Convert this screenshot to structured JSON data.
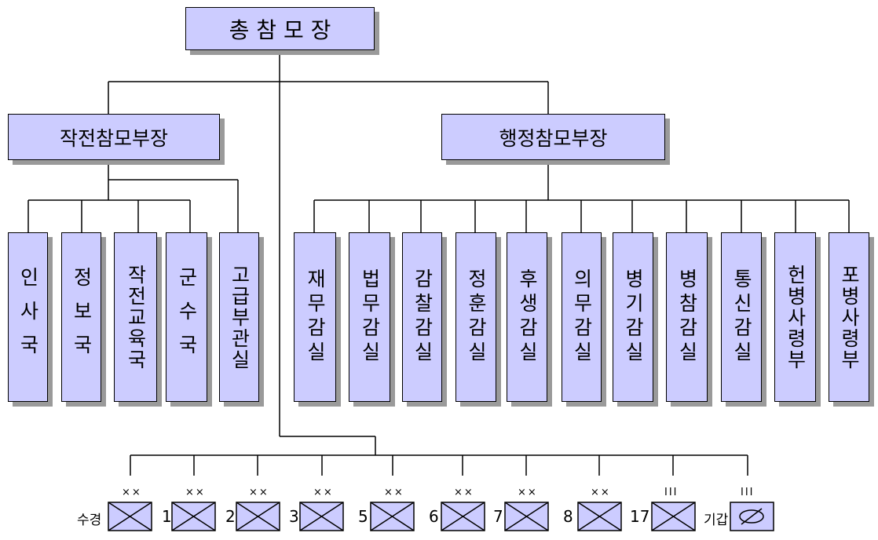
{
  "title": "총 참 모 장",
  "deputies": {
    "operations": "작전참모부장",
    "administration": "행정참모부장"
  },
  "operations_bureaus": [
    "인사국",
    "정보국",
    "작전교육국",
    "군수국",
    "고급부관실"
  ],
  "admin_offices": [
    "재무감실",
    "법무감실",
    "감찰감실",
    "정훈감실",
    "후생감실",
    "의무감실",
    "병기감실",
    "병참감실",
    "통신감실",
    "헌병사령부",
    "포병사령부"
  ],
  "units": [
    {
      "label": "수경",
      "echelon": "××",
      "symbol": "infantry"
    },
    {
      "label": "1",
      "echelon": "××",
      "symbol": "infantry"
    },
    {
      "label": "2",
      "echelon": "××",
      "symbol": "infantry"
    },
    {
      "label": "3",
      "echelon": "××",
      "symbol": "infantry"
    },
    {
      "label": "5",
      "echelon": "××",
      "symbol": "infantry"
    },
    {
      "label": "6",
      "echelon": "××",
      "symbol": "infantry"
    },
    {
      "label": "7",
      "echelon": "××",
      "symbol": "infantry"
    },
    {
      "label": "8",
      "echelon": "××",
      "symbol": "infantry"
    },
    {
      "label": "17",
      "echelon": "III",
      "symbol": "infantry"
    },
    {
      "label": "기갑",
      "echelon": "III",
      "symbol": "armor"
    }
  ]
}
